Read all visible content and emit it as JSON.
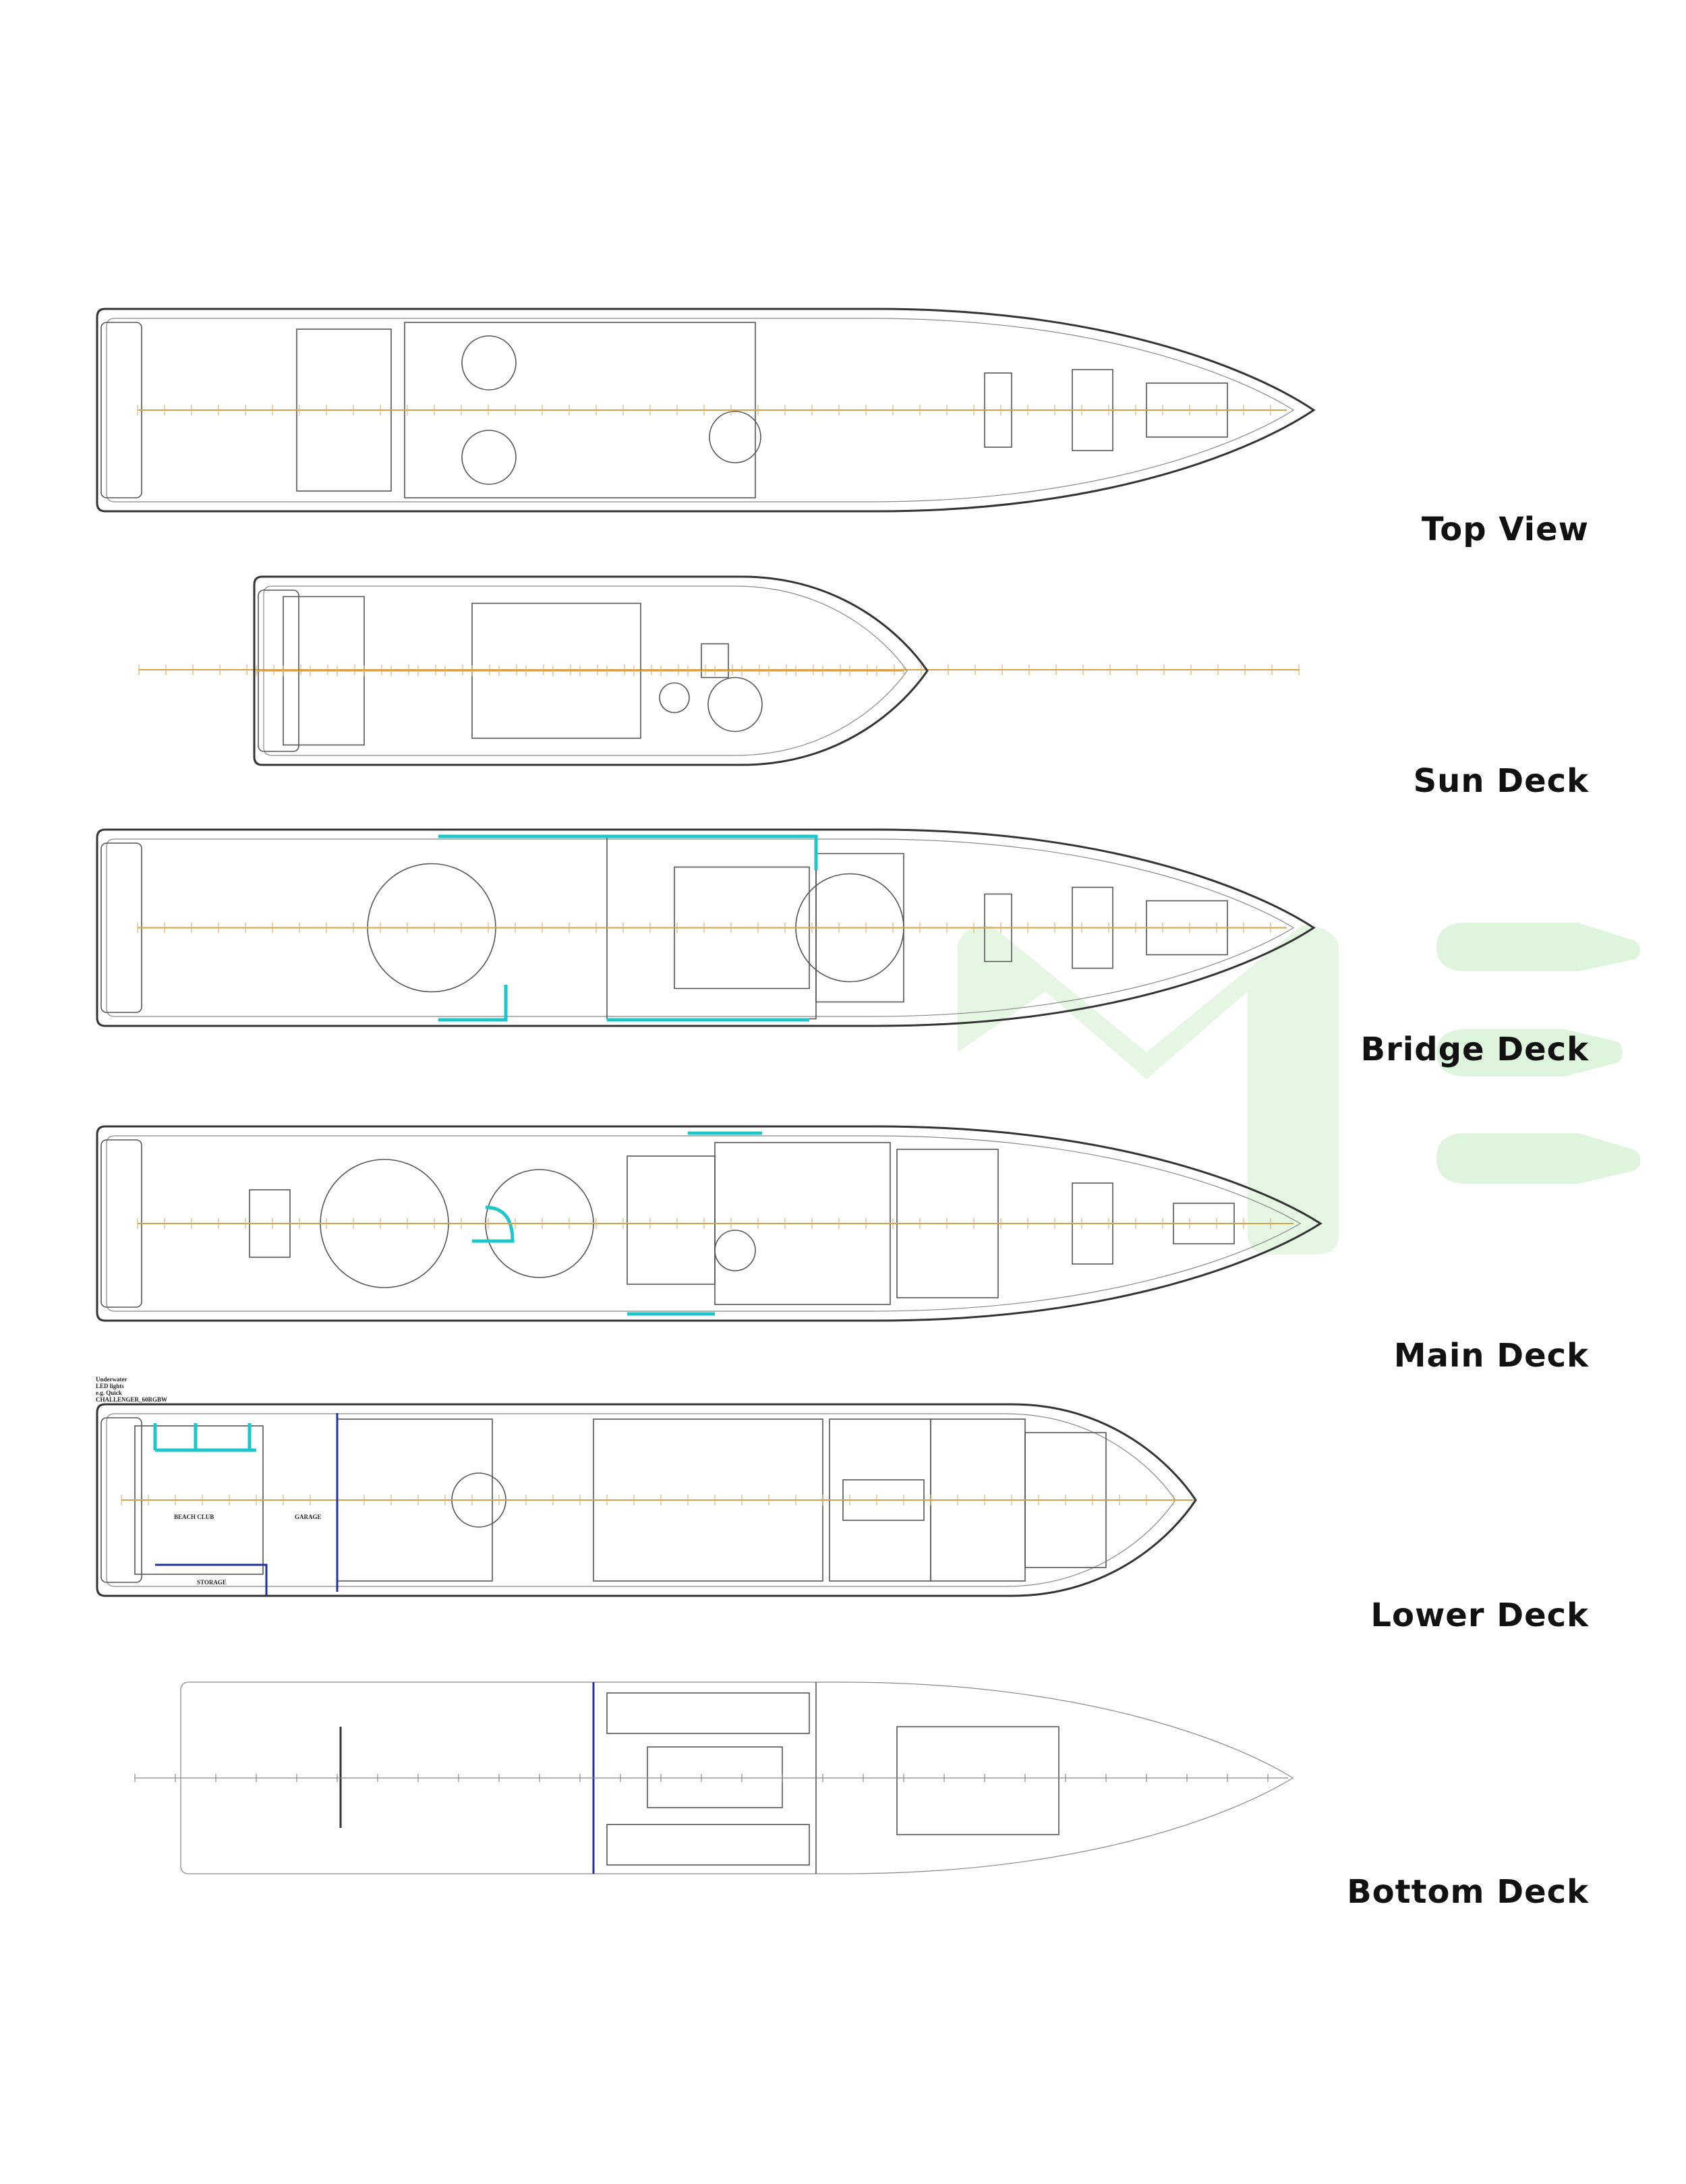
{
  "decks": [
    {
      "id": "top-view",
      "label": "Top View"
    },
    {
      "id": "sun-deck",
      "label": "Sun Deck"
    },
    {
      "id": "bridge-deck",
      "label": "Bridge Deck"
    },
    {
      "id": "main-deck",
      "label": "Main Deck"
    },
    {
      "id": "lower-deck",
      "label": "Lower Deck"
    },
    {
      "id": "bottom-deck",
      "label": "Bottom Deck"
    }
  ],
  "annotations": {
    "lower_deck_note": [
      "Underwater",
      "LED lights",
      "e.g.    Quick",
      "CHALLENGER_60RGBW"
    ],
    "beach_club": "BEACH CLUB",
    "garage": "GARAGE",
    "storage": "STORAGE"
  },
  "colors": {
    "accent_teal": "#1cc6c9",
    "centerline": "#d9a24a",
    "watermark": "#dff4dc"
  }
}
